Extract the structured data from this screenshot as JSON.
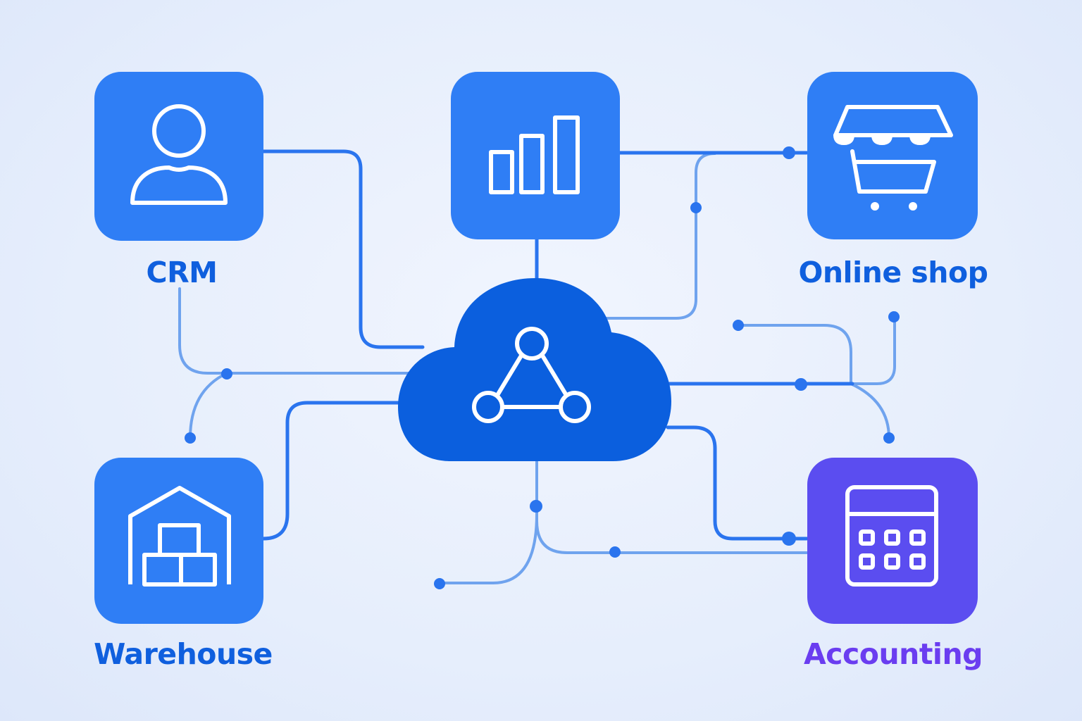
{
  "labels": {
    "crm": "CRM",
    "online_shop": "Online shop",
    "warehouse": "Warehouse",
    "accounting": "Accounting"
  },
  "icons": {
    "crm": "user-icon",
    "analytics": "bar-chart-icon",
    "online_shop": "shop-cart-icon",
    "warehouse": "warehouse-icon",
    "accounting": "calculator-icon",
    "hub": "cloud-network-icon"
  },
  "colors": {
    "tile_blue": "#2f7ef5",
    "tile_purple": "#5b4df0",
    "hub": "#0b5fde",
    "line_dark": "#2a74ee",
    "line_light": "#6fa3ee",
    "label_blue": "#0f5fde",
    "label_purple": "#6a3df0"
  }
}
